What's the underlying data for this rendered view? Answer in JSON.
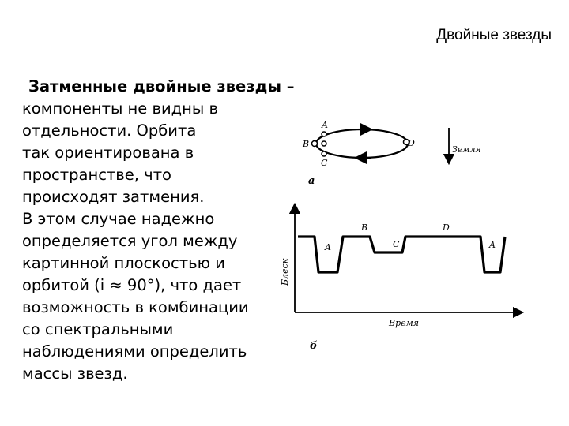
{
  "title": "Двойные звезды",
  "text": {
    "lead": "Затменные двойные звезды –",
    "lines": [
      "компоненты не видны в",
      "отдельности. Орбита",
      "так ориентирована в",
      "пространстве, что",
      "происходят затмения.",
      "В этом случае надежно",
      "определяется угол между",
      "картинной плоскостью и",
      "орбитой (i ≈ 90°), что дает",
      "возможность в комбинации",
      "со спектральными",
      "наблюдениями определить",
      "массы звезд."
    ]
  },
  "diagram": {
    "orbit": {
      "points": {
        "A": "A",
        "B": "B",
        "C": "C",
        "D": "D"
      },
      "earth_label": "Земля",
      "panel_label": "a"
    },
    "light_curve": {
      "y_axis_label": "Блеск",
      "x_axis_label": "Время",
      "segment_labels": {
        "A1": "A",
        "B": "B",
        "C": "C",
        "D": "D",
        "A2": "A"
      },
      "panel_label": "б"
    }
  }
}
